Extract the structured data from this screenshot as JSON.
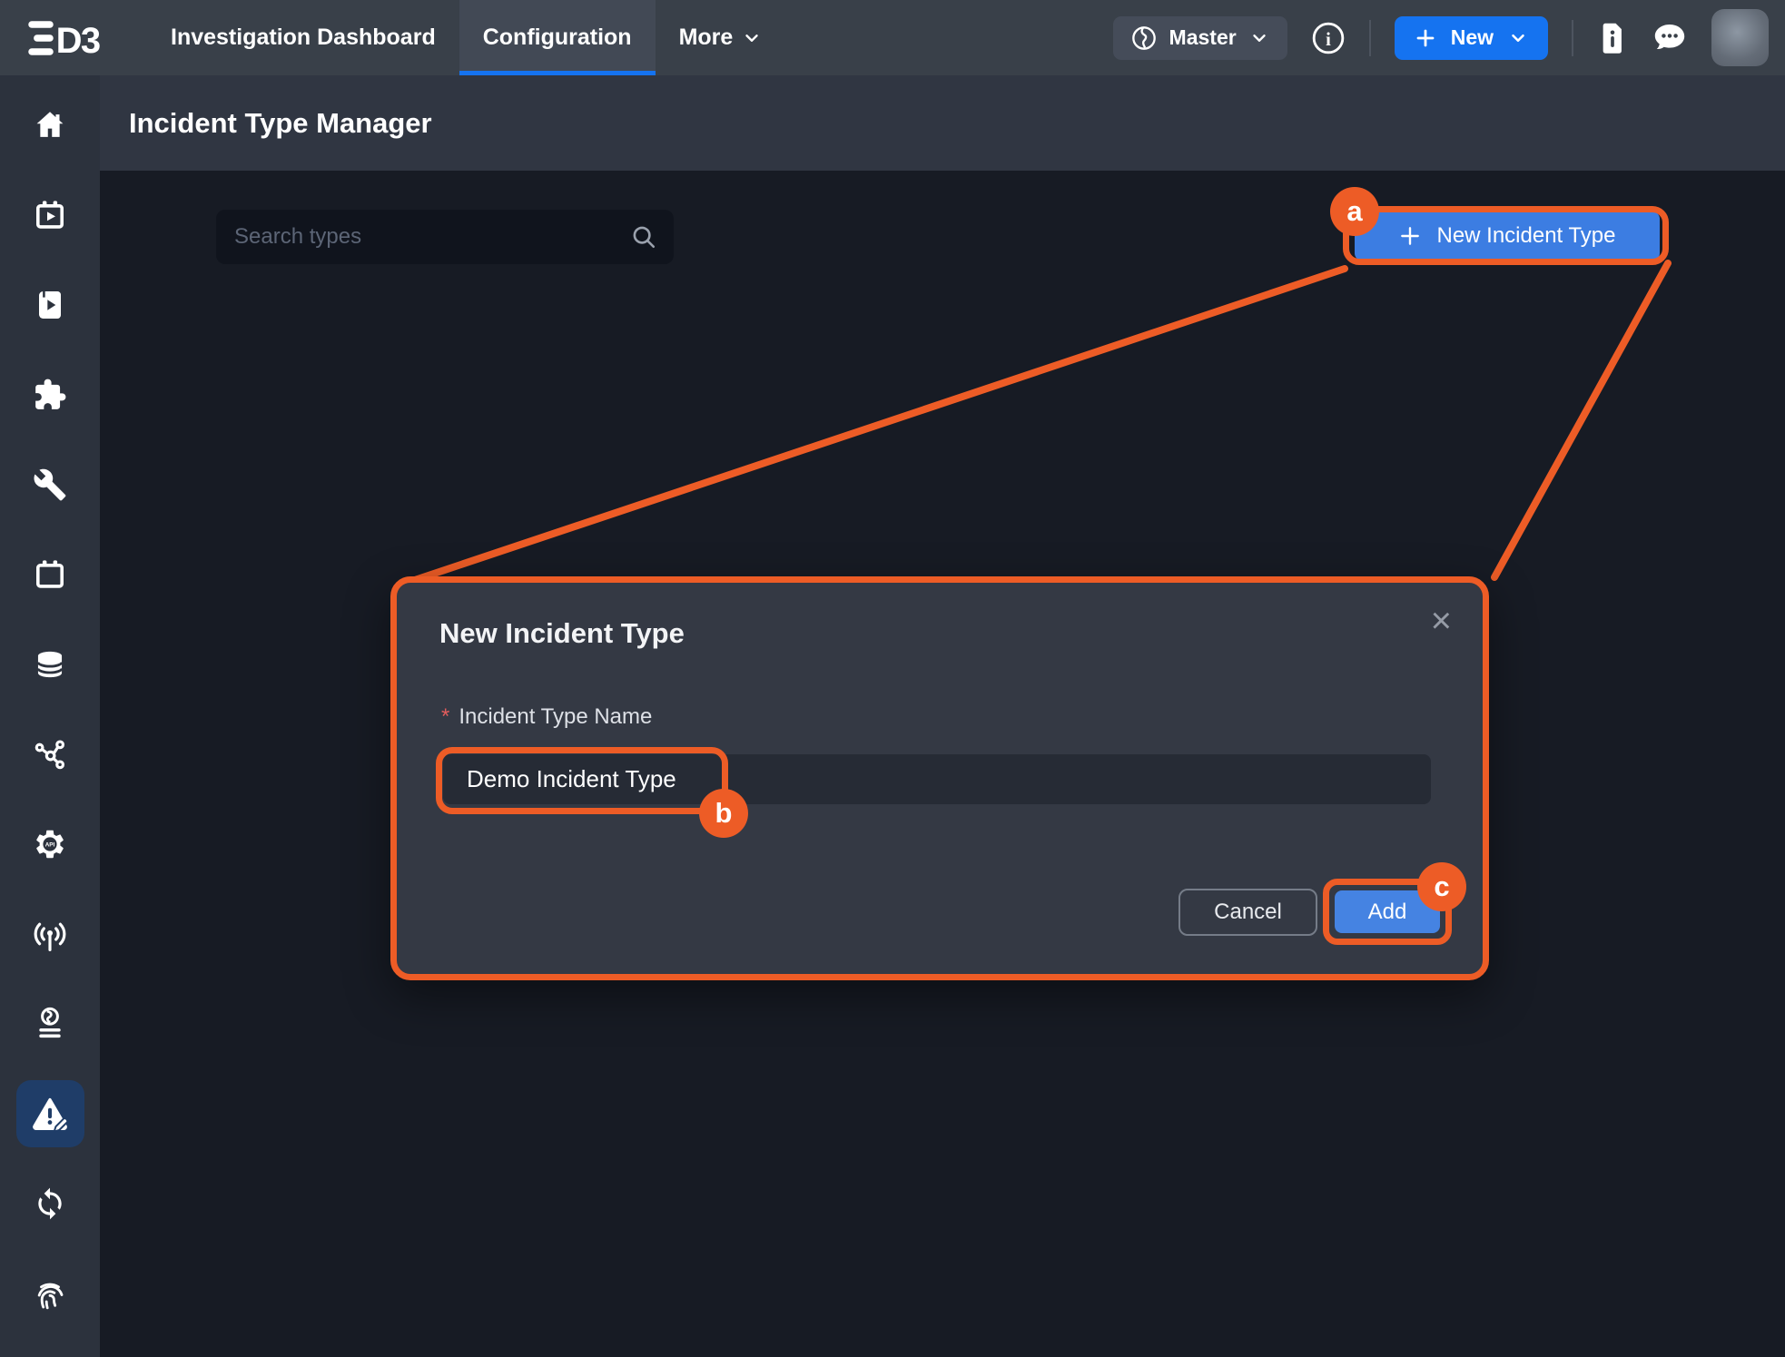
{
  "app": {
    "logo_text": "D3"
  },
  "topbar": {
    "nav": [
      {
        "label": "Investigation Dashboard"
      },
      {
        "label": "Configuration"
      },
      {
        "label": "More"
      }
    ],
    "workspace": {
      "label": "Master",
      "icon": "globe-icon"
    },
    "new_button": {
      "label": "New",
      "icon": "plus-icon"
    },
    "icons": [
      "info-icon",
      "release-notes-icon",
      "chat-icon",
      "avatar"
    ]
  },
  "page": {
    "title": "Incident Type Manager"
  },
  "content": {
    "search": {
      "placeholder": "Search types",
      "icon": "search-icon"
    },
    "new_incident_type_button": {
      "label": "New Incident Type",
      "icon": "plus-icon"
    }
  },
  "modal": {
    "title": "New Incident Type",
    "close_glyph": "×",
    "field": {
      "required_marker": "*",
      "label": "Incident Type Name",
      "value": "Demo Incident Type"
    },
    "buttons": {
      "cancel": "Cancel",
      "add": "Add"
    }
  },
  "annotations": {
    "a": "a",
    "b": "b",
    "c": "c"
  },
  "sidebar": {
    "items": [
      {
        "icon": "home"
      },
      {
        "icon": "calendar-play"
      },
      {
        "icon": "playbook"
      },
      {
        "icon": "integrations-puzzle"
      },
      {
        "icon": "tools"
      },
      {
        "icon": "calendar"
      },
      {
        "icon": "database"
      },
      {
        "icon": "share-nodes"
      },
      {
        "icon": "api-gear"
      },
      {
        "icon": "broadcast"
      },
      {
        "icon": "globe-settings"
      },
      {
        "icon": "incident-type-editor",
        "active": true
      },
      {
        "icon": "sync"
      },
      {
        "icon": "fingerprint"
      }
    ]
  },
  "colors": {
    "accent_orange": "#ED5C26",
    "primary_blue": "#1573F0",
    "button_blue": "#3C7DE2",
    "active_item_blue": "#1F3D68",
    "topbar_bg": "#394049",
    "sidebar_bg": "#2C323D",
    "panel_bg": "#171B24",
    "modal_bg": "#343944"
  }
}
